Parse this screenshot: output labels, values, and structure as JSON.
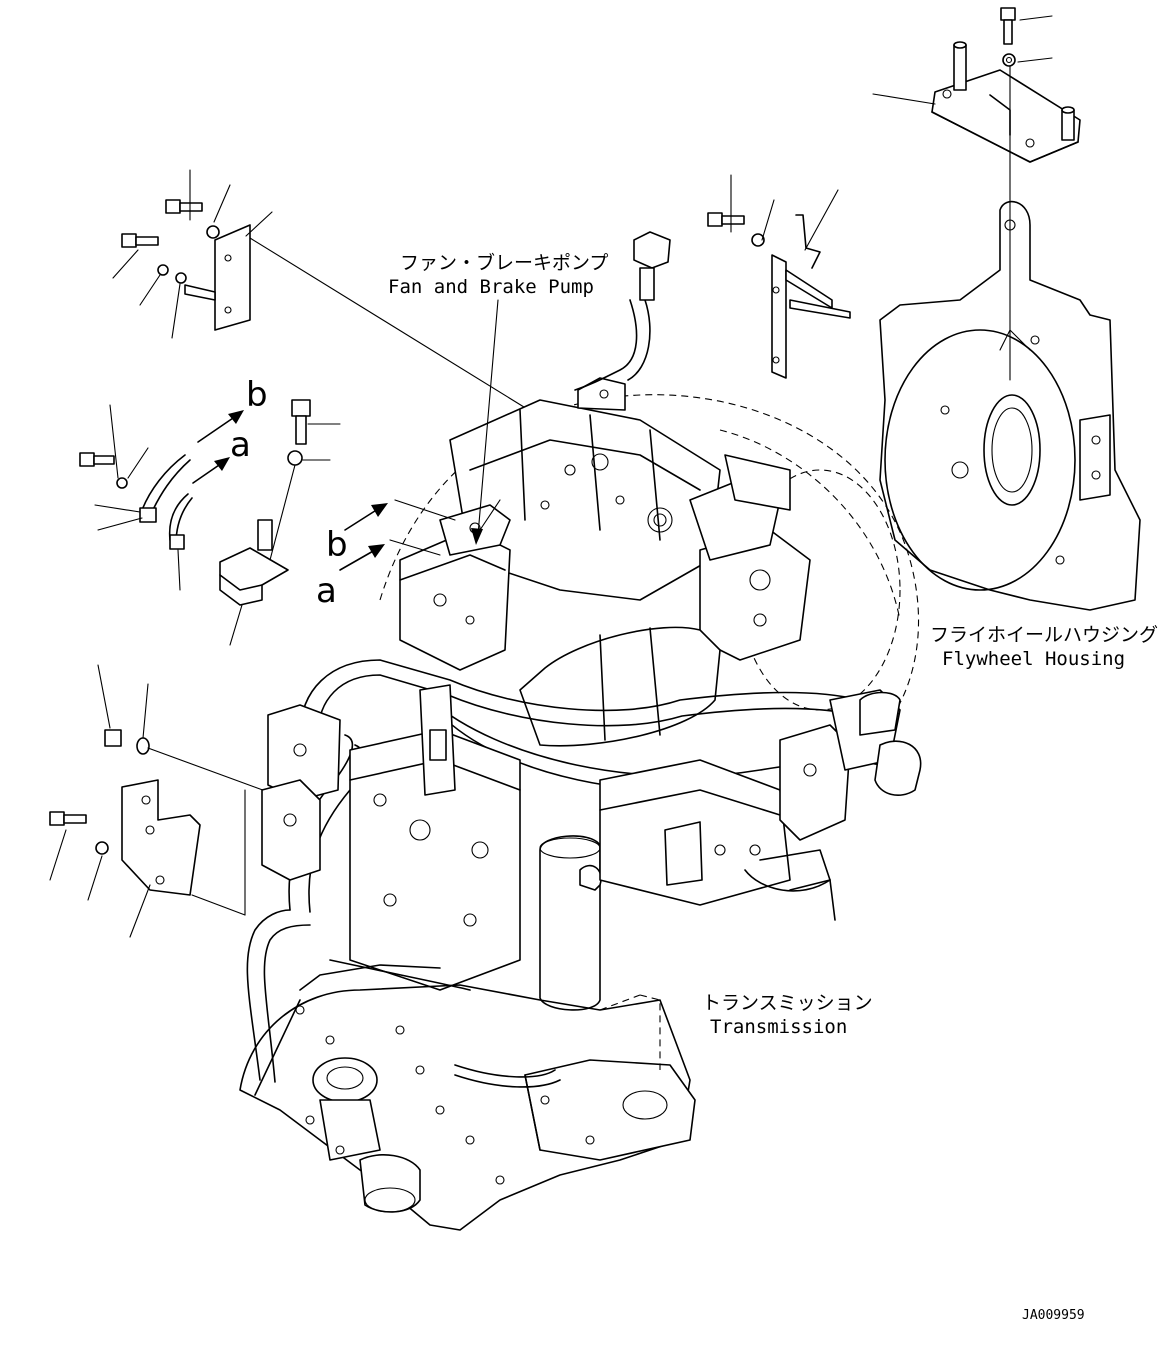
{
  "labels": {
    "fan_brake_pump_jp": "ファン・ブレーキポンプ",
    "fan_brake_pump_en": "Fan and Brake Pump",
    "flywheel_housing_jp": "フライホイールハウジング",
    "flywheel_housing_en": "Flywheel Housing",
    "transmission_jp": "トランスミッション",
    "transmission_en": "Transmission"
  },
  "arrow_marks": {
    "b_left": "b",
    "a_left": "a",
    "b_main": "b",
    "a_main": "a"
  },
  "drawing_number": "JA009959"
}
